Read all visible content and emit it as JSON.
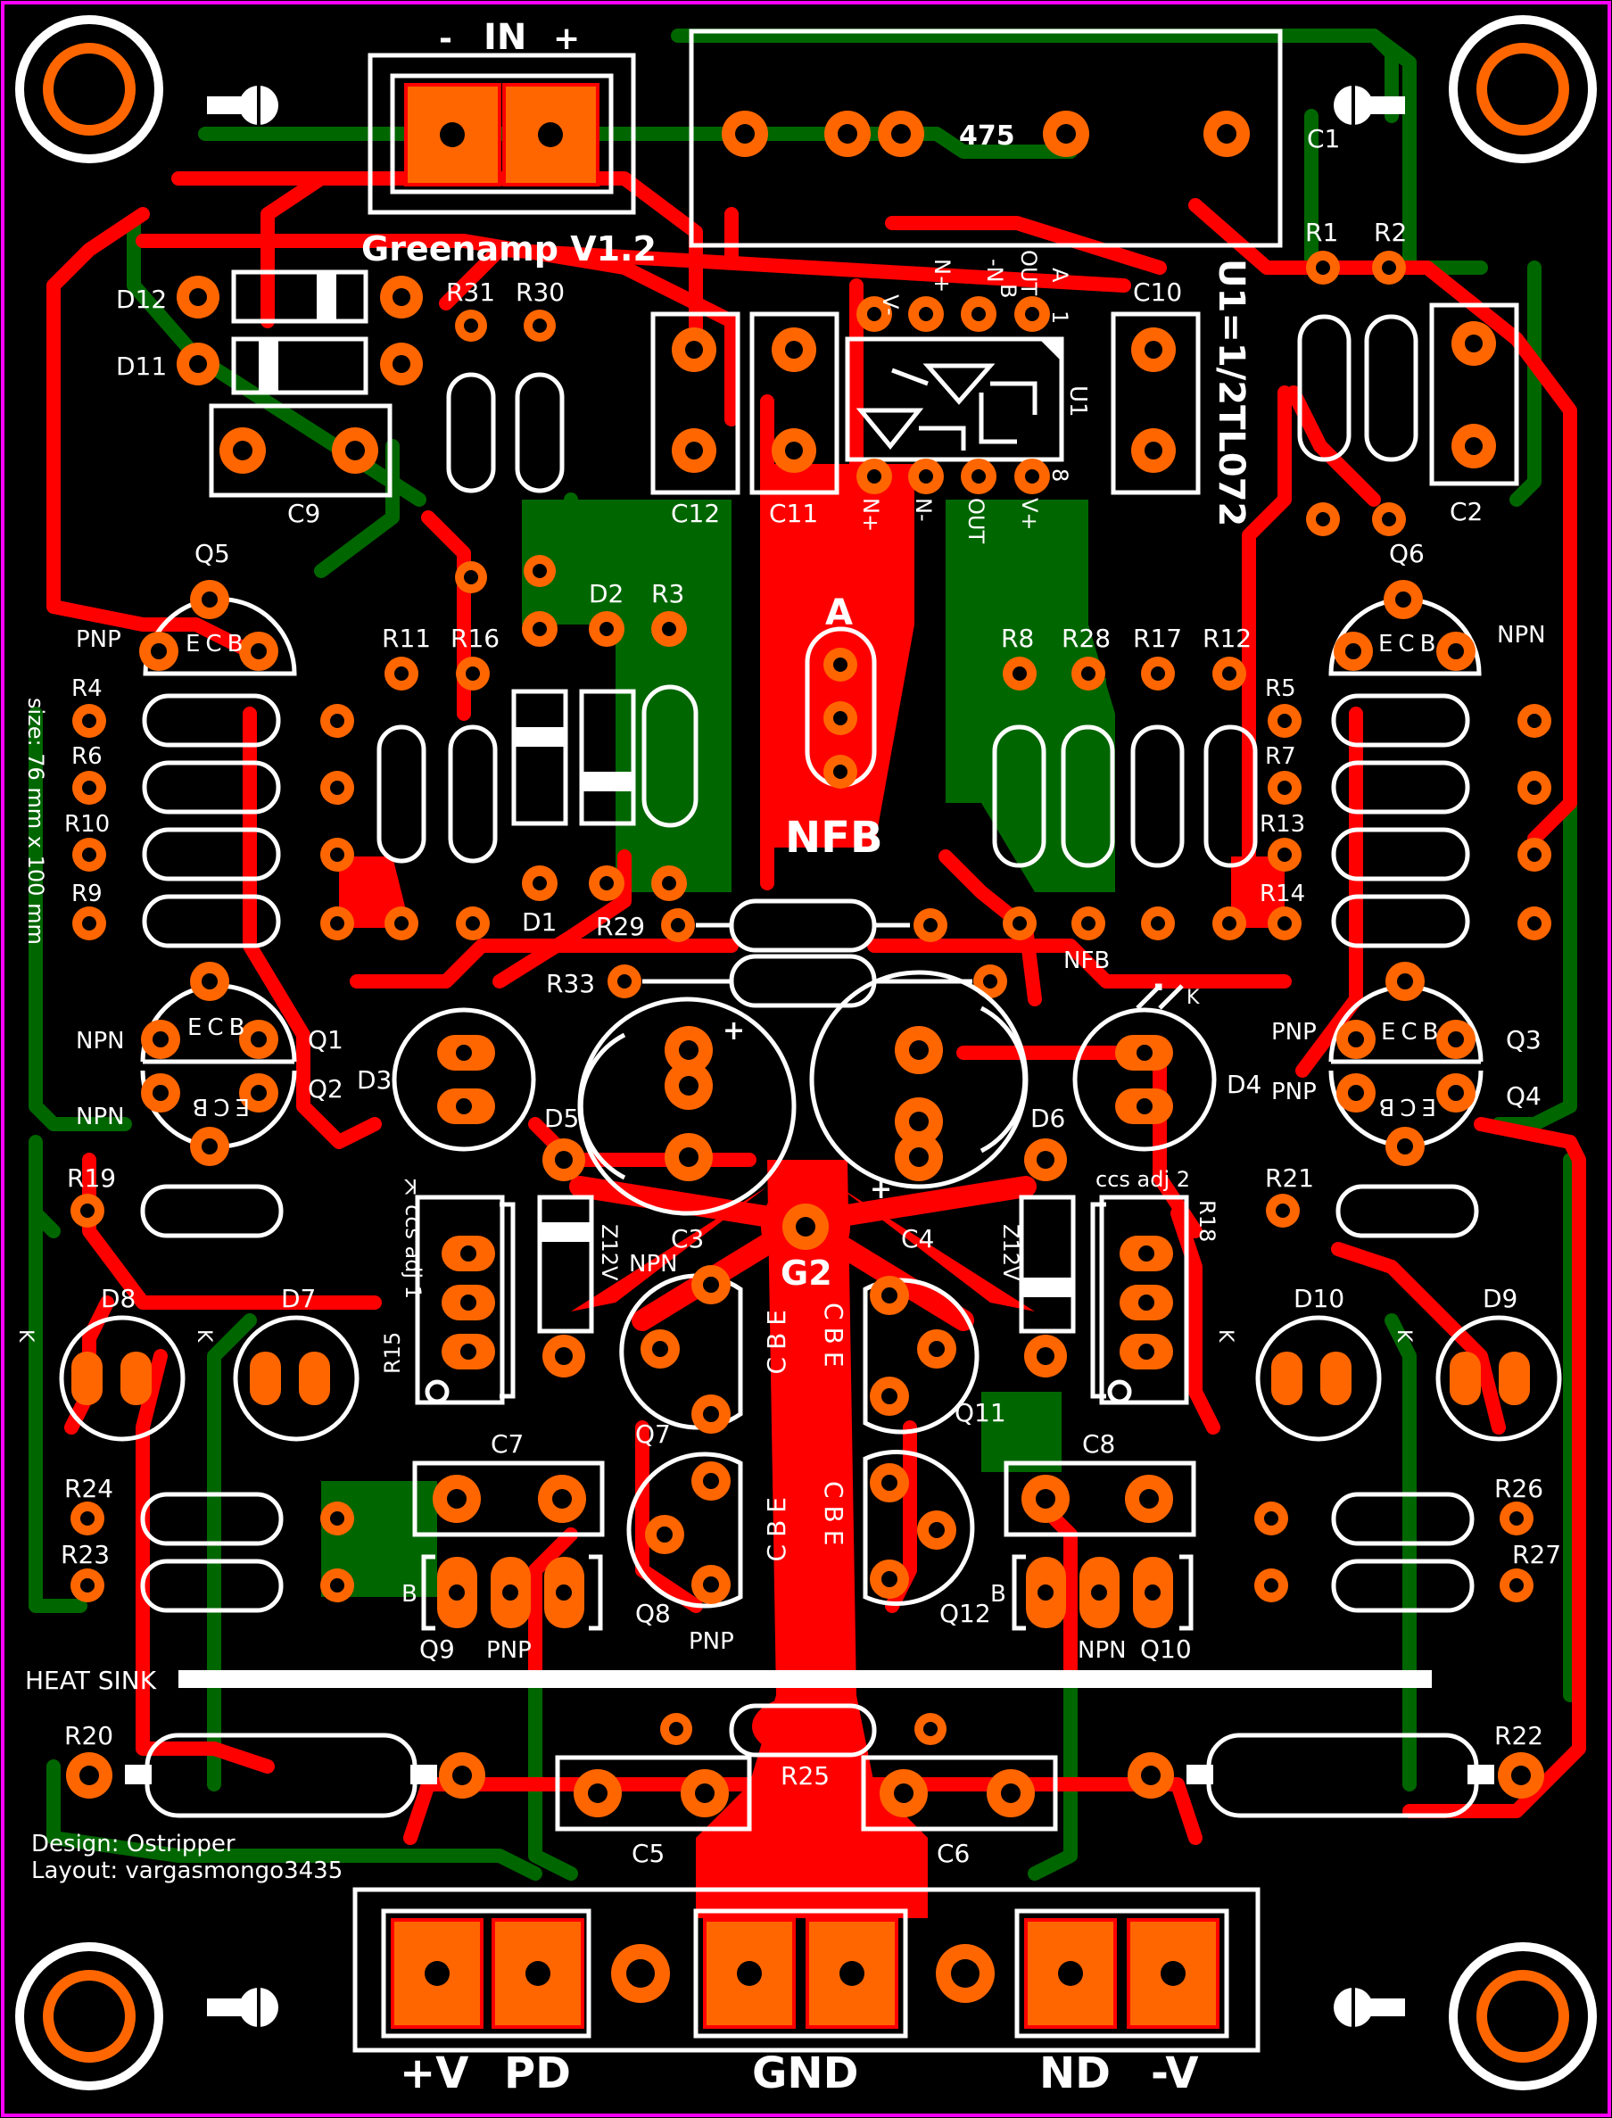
{
  "board": {
    "title": "Greenamp V1.2",
    "size_text": "size: 76 mm x 100 mm",
    "credits": {
      "design": "Design: Ostripper",
      "layout": "Layout: vargasmongo3435"
    },
    "heat_sink": "HEAT SINK",
    "colors": {
      "background": "#000000",
      "top_copper": "#ff0000",
      "bottom_copper": "#006600",
      "pads": "#ff6600",
      "silkscreen": "#ffffff",
      "outline": "#ff00ff"
    }
  },
  "connectors": {
    "input": {
      "label": "IN",
      "minus": "-",
      "plus": "+"
    },
    "power": {
      "plus_v": "+V",
      "pd": "PD",
      "gnd": "GND",
      "nd": "ND",
      "minus_v": "-V"
    }
  },
  "opamp": {
    "label": "U1",
    "part": "U1=1/2TL072",
    "pins_top": [
      "V-",
      "N+",
      "-N",
      "OUT"
    ],
    "pins_top_b": [
      "",
      "",
      "B",
      "A"
    ],
    "pins_bottom": [
      "N+",
      "N-",
      "OUT",
      "V+"
    ],
    "pin1": "1",
    "pin8": "8"
  },
  "labels": {
    "c1": "C1",
    "c1_value": "475",
    "c2": "C2",
    "c3": "C3",
    "c4": "C4",
    "c5": "C5",
    "c6": "C6",
    "c7": "C7",
    "c8": "C8",
    "c9": "C9",
    "c10": "C10",
    "c11": "C11",
    "c12": "C12",
    "r1": "R1",
    "r2": "R2",
    "r3": "R3",
    "r4": "R4",
    "r5": "R5",
    "r6": "R6",
    "r7": "R7",
    "r8": "R8",
    "r9": "R9",
    "r10": "R10",
    "r11": "R11",
    "r12": "R12",
    "r13": "R13",
    "r14": "R14",
    "r15": "R15",
    "r16": "R16",
    "r17": "R17",
    "r18": "R18",
    "r19": "R19",
    "r20": "R20",
    "r21": "R21",
    "r22": "R22",
    "r23": "R23",
    "r24": "R24",
    "r25": "R25",
    "r26": "R26",
    "r27": "R27",
    "r28": "R28",
    "r29": "R29",
    "r30": "R30",
    "r31": "R31",
    "r33": "R33",
    "d1": "D1",
    "d2": "D2",
    "d3": "D3",
    "d4": "D4",
    "d5": "D5",
    "d6": "D6",
    "d7": "D7",
    "d8": "D8",
    "d9": "D9",
    "d10": "D10",
    "d11": "D11",
    "d12": "D12",
    "q1": "Q1",
    "q2": "Q2",
    "q3": "Q3",
    "q4": "Q4",
    "q5": "Q5",
    "q6": "Q6",
    "q7": "Q7",
    "q8": "Q8",
    "q9": "Q9",
    "q10": "Q10",
    "q11": "Q11",
    "q12": "Q12",
    "pnp": "PNP",
    "npn": "NPN",
    "ecb": "ECB",
    "cbe": "CBE",
    "b": "B",
    "a": "A",
    "nfb": "NFB",
    "nfb_small": "NFB",
    "g2": "G2",
    "ccs_adj_1": "ccs adj 1",
    "ccs_adj_2": "ccs adj 2",
    "z12v": "Z12V",
    "plus": "+",
    "k": "K"
  }
}
